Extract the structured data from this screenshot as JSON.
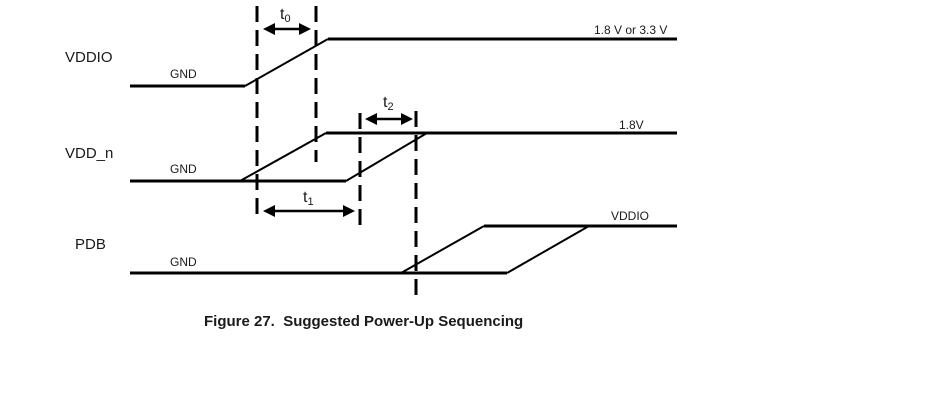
{
  "figure": {
    "caption": "Figure 27.  Suggested Power-Up Sequencing"
  },
  "signals": [
    {
      "name": "VDDIO",
      "low_label": "GND",
      "high_label": "1.8 V or 3.3 V"
    },
    {
      "name": "VDD_n",
      "low_label": "GND",
      "high_label": "1.8V"
    },
    {
      "name": "PDB",
      "low_label": "GND",
      "high_label": "VDDIO"
    }
  ],
  "timings": [
    {
      "label": "t",
      "sub": "0"
    },
    {
      "label": "t",
      "sub": "1"
    },
    {
      "label": "t",
      "sub": "2"
    }
  ]
}
